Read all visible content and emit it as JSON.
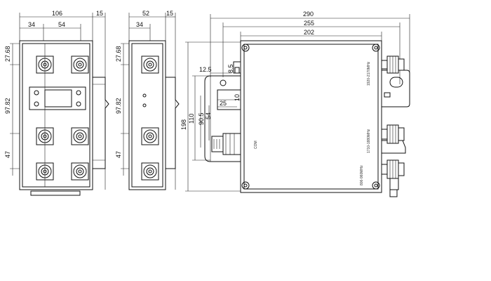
{
  "front_view": {
    "dims": {
      "overall_width": "106",
      "left_offset": "34",
      "column_spacing": "54",
      "depth": "15",
      "top_gap": "27.68",
      "middle_gap": "97.82",
      "bottom_gap": "47"
    }
  },
  "side_view": {
    "dims": {
      "width": "52",
      "offset": "34",
      "depth": "15",
      "top_gap": "27.68",
      "middle_gap": "97.82",
      "bottom_gap": "47"
    }
  },
  "top_view": {
    "dims": {
      "overall_length": "290",
      "mount_spacing": "255",
      "body_length": "202",
      "overall_height": "198",
      "body_height": "110",
      "connector_offset_x": "12.5",
      "connector_offset_small": "8.5",
      "connector_dim_25": "25",
      "connector_dim_10": "10",
      "connector_dim_90_5": "90.5",
      "connector_dim_54": "54"
    },
    "port_labels": {
      "port_1": "1920-2170MHz",
      "port_2": "1710-1880MHz",
      "port_3": "806-960MHz",
      "com": "COM"
    }
  }
}
